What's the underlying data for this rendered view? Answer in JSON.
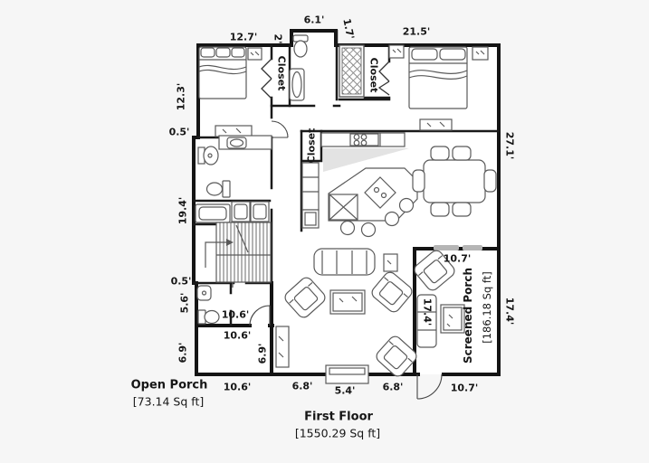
{
  "floor": {
    "title": "First Floor",
    "area": "[1550.29 Sq ft]"
  },
  "rooms": {
    "open_porch": {
      "title": "Open Porch",
      "area": "[73.14 Sq ft]"
    },
    "screened_porch": {
      "title": "Screened Porch",
      "area": "[186.18 Sq ft]"
    },
    "closet_left_bedroom": {
      "label": "Closet"
    },
    "closet_right_bedroom": {
      "label": "Closet"
    },
    "closet_kitchen": {
      "label": "Closet"
    }
  },
  "dimensions": {
    "top": {
      "d12_7": "12.7'",
      "d2": "2'",
      "d6_1": "6.1'",
      "d1_7": "1.7'",
      "d21_5": "21.5'"
    },
    "left": {
      "d12_3": "12.3'",
      "d0_5a": "0.5'",
      "d19_4": "19.4'",
      "d0_5b": "0.5'",
      "d5_6": "5.6'",
      "d6_9": "6.9'"
    },
    "right": {
      "d27_1": "27.1'",
      "d17_4": "17.4'"
    },
    "bottom": {
      "d10_6": "10.6'",
      "d6_8a": "6.8'",
      "d5_4": "5.4'",
      "d6_8b": "6.8'",
      "d10_7": "10.7'"
    },
    "interior": {
      "hall_10_6": "10.6'",
      "porch_10_6": "10.6'",
      "porch_6_9": "6.9'",
      "sporch_10_7_top": "10.7'",
      "sporch_17_4": "17.4'"
    }
  },
  "colors": {
    "wall": "#141414",
    "furniture": "#5a5a5a",
    "background": "#f6f6f6",
    "floor": "#ffffff",
    "window": "#b5b5b5",
    "shade": "#dadada"
  }
}
